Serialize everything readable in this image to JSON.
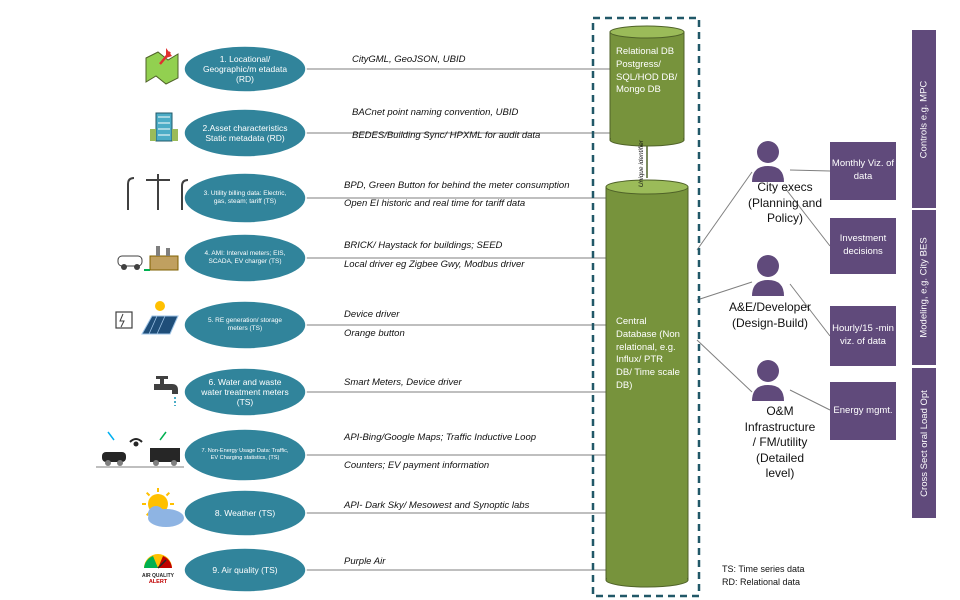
{
  "colors": {
    "source_fill": "#31849b",
    "db_fill": "#77933c",
    "db_top": "#9bbb59",
    "persona_fill": "#604a7b",
    "output_fill": "#604a7b",
    "dashed_border": "#215868",
    "line": "#7f7f7f"
  },
  "sources": [
    {
      "label": "1. Locational/ Geographic/m etadata (RD)",
      "icon": "map-pin-icon",
      "protocols": [
        "CityGML, GeoJSON, UBID"
      ]
    },
    {
      "label": "2.Asset characteristics Static metadata (RD)",
      "icon": "building-icon",
      "protocols": [
        "BACnet point naming convention, UBID",
        "BEDES/Building Sync/ HPXML for audit data"
      ]
    },
    {
      "label": "3. Utility billing data: Electric, gas, steam; tariff (TS)",
      "icon": "utility-pole-icon",
      "protocols": [
        "BPD, Green Button for behind the meter consumption",
        "Open EI historic and real time for tariff data"
      ]
    },
    {
      "label": "4. AMI: Interval meters; EIS, SCADA, EV charger (TS)",
      "icon": "ev-factory-icon",
      "protocols": [
        "BRICK/ Haystack for buildings; SEED",
        "Local driver eg Zigbee Gwy, Modbus driver"
      ]
    },
    {
      "label": "5. RE generation/ storage meters (TS)",
      "icon": "solar-battery-icon",
      "protocols": [
        "Device driver",
        "Orange button"
      ]
    },
    {
      "label": "6. Water and waste water treatment meters (TS)",
      "icon": "water-tap-icon",
      "protocols": [
        "Smart Meters, Device driver"
      ]
    },
    {
      "label": "7. Non-Energy Usage Data: Traffic, EV Charging statistics, (TS)",
      "icon": "traffic-icon",
      "protocols": [
        "API-Bing/Google Maps; Traffic Inductive Loop",
        "Counters; EV payment information"
      ]
    },
    {
      "label": "8. Weather (TS)",
      "icon": "weather-icon",
      "protocols": [
        "API- Dark Sky/ Mesowest and Synoptic labs"
      ]
    },
    {
      "label": "9. Air quality (TS)",
      "icon": "air-quality-icon",
      "icon_text": "AIR QUALITY ALERT",
      "protocols": [
        "Purple Air"
      ]
    }
  ],
  "relational_db": "Relational DB Postgress/ SQL/HOD DB/ Mongo DB",
  "unique_id": "Unique identifier",
  "central_db": "Central Database (Non relational, e.g. Influx/ PTR DB/ Time scale DB)",
  "personas": [
    {
      "label": "City execs (Planning and Policy)"
    },
    {
      "label": "A&E/Developer (Design-Build)"
    },
    {
      "label": "O&M Infrastructure / FM/utility (Detailed level)"
    }
  ],
  "outputs": [
    "Monthly Viz. of data",
    "Investment decisions",
    "Hourly/15 -min viz. of data",
    "Energy mgmt."
  ],
  "categories": [
    "Controls e.g. MPC",
    "Modeling, e.g. City BES",
    "Cross Sect oral Load Opt"
  ],
  "legend": [
    "TS: Time series data",
    "RD: Relational data"
  ]
}
